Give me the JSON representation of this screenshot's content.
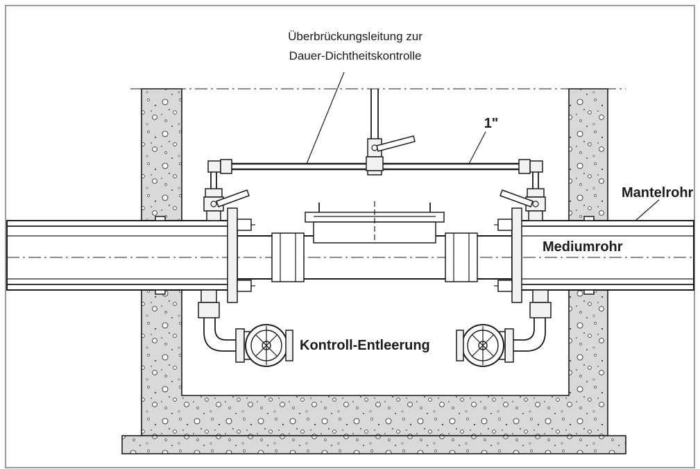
{
  "labels": {
    "bypass_line": [
      "Überbrückungsleitung zur",
      "Dauer-Dichtheitskontrolle"
    ],
    "pipe_size": "1\"",
    "casing_pipe": "Mantelrohr",
    "medium_pipe": "Mediumrohr",
    "drain_check": "Kontroll-Entleerung"
  },
  "colors": {
    "line": "#1a1a1a",
    "frame": "#9a9a9a",
    "concrete": "#d9d9d9",
    "background": "#ffffff"
  }
}
